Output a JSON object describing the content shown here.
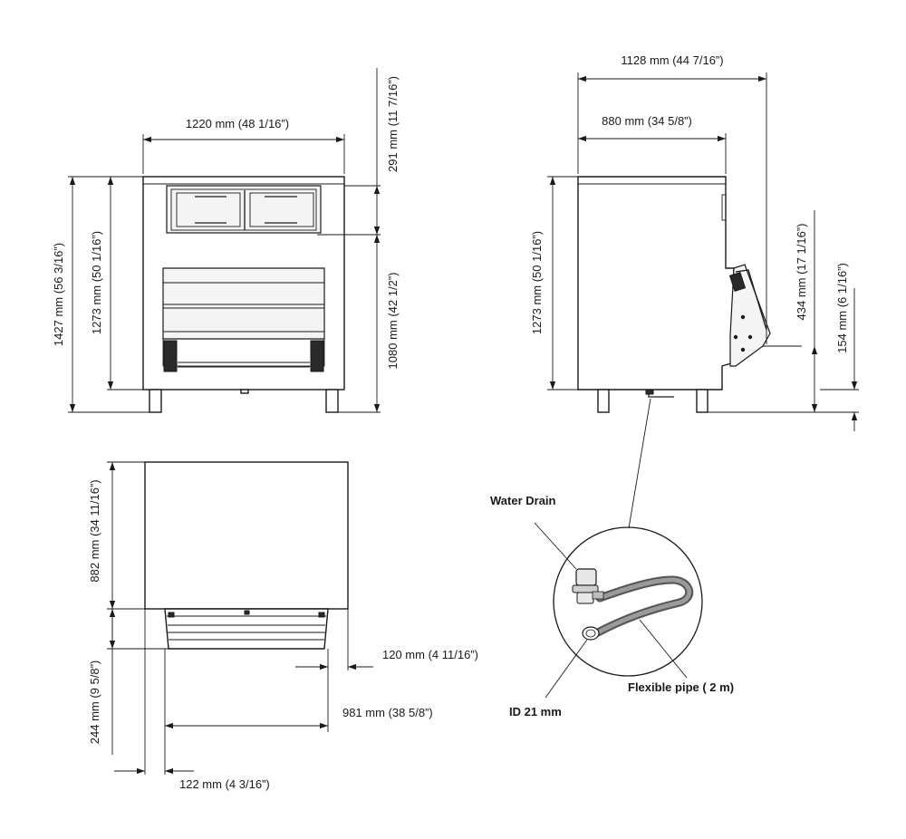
{
  "front_view": {
    "width_label": "1220 mm (48 1/16”)",
    "total_height_label": "1427 mm (56 3/16”)",
    "body_height_label": "1273 mm (50 1/16”)",
    "top_section_label": "291 mm (11 7/16”)",
    "door_height_label": "1080 mm (42 1/2”)"
  },
  "side_view": {
    "overall_depth_label": "1128 mm (44 7/16”)",
    "body_depth_label": "880 mm (34 5/8”)",
    "body_height_label": "1273 mm (50 1/16”)",
    "door_height_label": "434 mm (17 1/16”)",
    "clearance_label": "154 mm (6 1/16”)"
  },
  "top_view": {
    "depth_label": "882 mm (34 11/16”)",
    "door_depth_label": "244 mm (9 5/8”)",
    "offset_right_label": "120 mm (4 11/16”)",
    "opening_width_label": "981 mm (38 5/8”)",
    "offset_left_label": "122 mm (4 3/16”)"
  },
  "drain_detail": {
    "water_drain_label": "Water Drain",
    "flexible_pipe_label": "Flexible pipe ( 2 m)",
    "inner_diameter_label": "ID 21 mm"
  }
}
